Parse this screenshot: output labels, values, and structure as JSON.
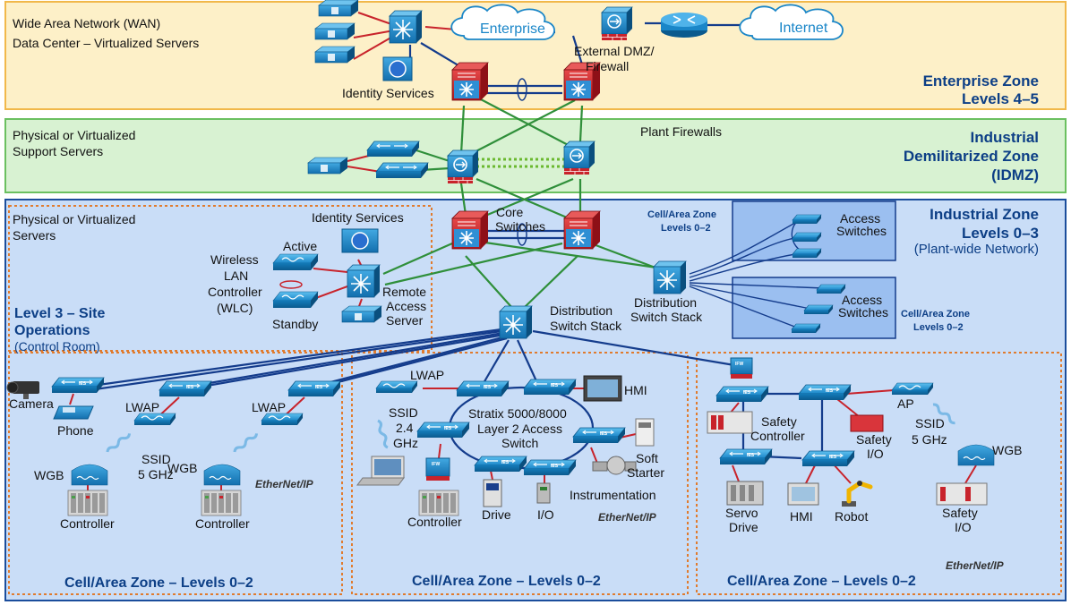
{
  "enterprise_zone": {
    "title_l1": "Enterprise Zone",
    "title_l2": "Levels 4–5",
    "wan_l1": "Wide Area Network (WAN)",
    "wan_l2": "Data Center – Virtualized Servers",
    "identity_services": "Identity Services",
    "enterprise_cloud": "Enterprise",
    "internet_cloud": "Internet",
    "dmz_l1": "External DMZ/",
    "dmz_l2": "Firewall"
  },
  "idmz": {
    "title_l1": "Industrial",
    "title_l2": "Demilitarized Zone",
    "title_l3": "(IDMZ)",
    "servers_l1": "Physical or Virtualized",
    "servers_l2": "Support Servers",
    "plant_firewalls": "Plant Firewalls"
  },
  "industrial_zone": {
    "title_l1": "Industrial Zone",
    "title_l2": "Levels 0–3",
    "subtitle": "(Plant-wide Network)",
    "servers_l1": "Physical or Virtualized",
    "servers_l2": "Servers",
    "identity_services": "Identity Services",
    "core_l1": "Core",
    "core_l2": "Switches",
    "active": "Active",
    "standby": "Standby",
    "wlc_l1": "Wireless",
    "wlc_l2": "LAN",
    "wlc_l3": "Controller",
    "wlc_l4": "(WLC)",
    "ras_l1": "Remote",
    "ras_l2": "Access",
    "ras_l3": "Server",
    "level3_l1": "Level 3 – Site",
    "level3_l2": "Operations",
    "level3_l3": "(Control Room)",
    "dist1_l1": "Distribution",
    "dist1_l2": "Switch Stack",
    "dist2_l1": "Distribution",
    "dist2_l2": "Switch Stack",
    "cell_top_l1": "Cell/Area Zone",
    "cell_top_l2": "Levels 0–2",
    "cell_mid_l1": "Cell/Area Zone",
    "cell_mid_l2": "Levels 0–2",
    "access_switches_1_l1": "Access",
    "access_switches_1_l2": "Switches",
    "access_switches_2_l1": "Access",
    "access_switches_2_l2": "Switches"
  },
  "cell_left": {
    "title": "Cell/Area Zone – Levels 0–2",
    "camera": "Camera",
    "phone": "Phone",
    "lwap_1": "LWAP",
    "lwap_2": "LWAP",
    "ssid_l1": "SSID",
    "ssid_l2": "5 GHz",
    "wgb_1": "WGB",
    "wgb_2": "WGB",
    "controller_1": "Controller",
    "controller_2": "Controller",
    "ethernet_ip": "EtherNet/IP"
  },
  "cell_center": {
    "title": "Cell/Area Zone – Levels 0–2",
    "lwap": "LWAP",
    "ssid_l1": "SSID",
    "ssid_l2": "2.4",
    "ssid_l3": "GHz",
    "stratix_l1": "Stratix 5000/8000",
    "stratix_l2": "Layer 2 Access",
    "stratix_l3": "Switch",
    "hmi": "HMI",
    "soft_l1": "Soft",
    "soft_l2": "Starter",
    "instrumentation": "Instrumentation",
    "controller": "Controller",
    "drive": "Drive",
    "io": "I/O",
    "ethernet_ip": "EtherNet/IP"
  },
  "cell_right": {
    "title": "Cell/Area Zone – Levels 0–2",
    "safety_ctrl_l1": "Safety",
    "safety_ctrl_l2": "Controller",
    "safety_io_l1": "Safety",
    "safety_io_l2": "I/O",
    "ap": "AP",
    "ssid_l1": "SSID",
    "ssid_l2": "5 GHz",
    "wgb": "WGB",
    "servo_l1": "Servo",
    "servo_l2": "Drive",
    "hmi": "HMI",
    "robot": "Robot",
    "safety_io2_l1": "Safety",
    "safety_io2_l2": "I/O",
    "ethernet_ip": "EtherNet/IP"
  },
  "device_labels": {
    "ies": "IES",
    "ifw": "IFW"
  },
  "colors": {
    "enterprise_bg": "#fdf0c8",
    "idmz_bg": "#d8f2d2",
    "industrial_bg": "#c9ddf7",
    "zone_title": "#0d3f86",
    "switch_blue": "#1a86c8",
    "firewall_red": "#c8232b",
    "link_green": "#2f8f3a",
    "link_blue": "#143c8c",
    "dotted_orange": "#e07b2e"
  }
}
